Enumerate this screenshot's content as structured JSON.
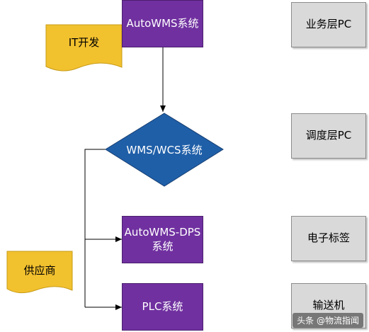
{
  "nodes": {
    "autowms": "AutoWMS系统",
    "wms_wcs": "WMS/WCS系统",
    "autowms_dps": "AutoWMS-DPS系统",
    "plc": "PLC系统"
  },
  "notes": {
    "it_dev": "IT开发",
    "supplier": "供应商"
  },
  "layers": {
    "business": "业务层PC",
    "dispatch": "调度层PC",
    "e_label": "电子标签",
    "conveyor": "输送机"
  },
  "watermark": "头条 @物流指闻",
  "colors": {
    "process": "#7030a0",
    "decision": "#1f5fa8",
    "note": "#f2c12e",
    "layer": "#d9d9d9"
  }
}
